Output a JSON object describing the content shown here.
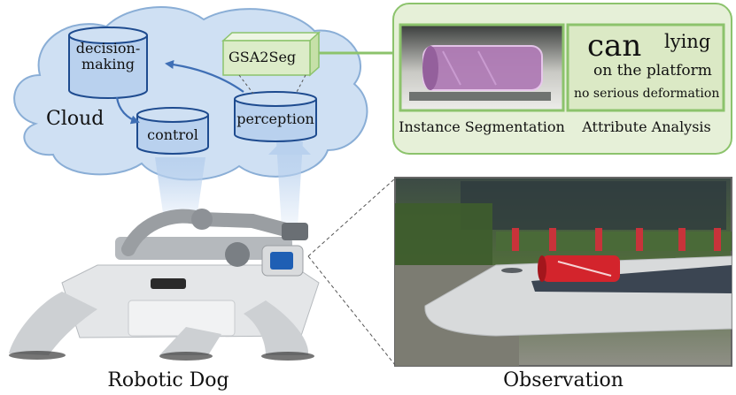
{
  "cloud": {
    "label": "Cloud",
    "nodes": {
      "decision": "decision-\nmaking",
      "control": "control",
      "perception": "perception"
    },
    "module": "GSA2Seg"
  },
  "results": {
    "segmentation_caption": "Instance Segmentation",
    "attribute_caption": "Attribute Analysis",
    "attributes": {
      "object": "can",
      "state": "lying",
      "location": "on the platform",
      "condition": "no serious deformation"
    }
  },
  "captions": {
    "robot": "Robotic Dog",
    "observation": "Observation"
  },
  "colors": {
    "cloud_fill": "#cfe0f3",
    "cloud_stroke": "#8aaed6",
    "cylinder_fill": "#b9d1ee",
    "cylinder_stroke": "#1e4b8f",
    "arrow": "#3f6fb5",
    "panel_fill": "#e6f0d8",
    "panel_stroke": "#8cc36c",
    "cube_fill": "#dcecc8",
    "can_red": "#d3242c"
  }
}
